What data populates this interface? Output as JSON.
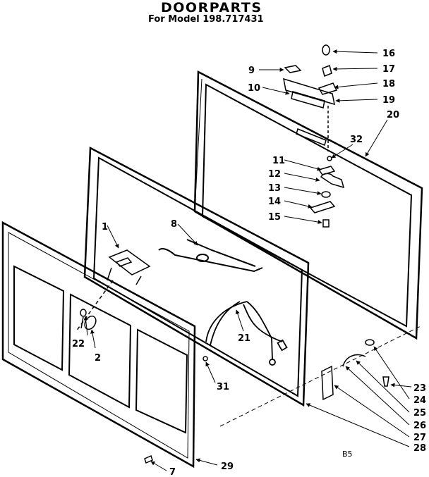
{
  "title": "DOORPARTS",
  "subtitle": "For Model 198.717431",
  "diagram_code": "B5",
  "callouts": [
    {
      "id": "c1",
      "label": "1"
    },
    {
      "id": "c2",
      "label": "2"
    },
    {
      "id": "c7",
      "label": "7"
    },
    {
      "id": "c8",
      "label": "8"
    },
    {
      "id": "c9",
      "label": "9"
    },
    {
      "id": "c10",
      "label": "10"
    },
    {
      "id": "c11",
      "label": "11"
    },
    {
      "id": "c12",
      "label": "12"
    },
    {
      "id": "c13",
      "label": "13"
    },
    {
      "id": "c14",
      "label": "14"
    },
    {
      "id": "c15",
      "label": "15"
    },
    {
      "id": "c16",
      "label": "16"
    },
    {
      "id": "c17",
      "label": "17"
    },
    {
      "id": "c18",
      "label": "18"
    },
    {
      "id": "c19",
      "label": "19"
    },
    {
      "id": "c20",
      "label": "20"
    },
    {
      "id": "c21",
      "label": "21"
    },
    {
      "id": "c22",
      "label": "22"
    },
    {
      "id": "c23",
      "label": "23"
    },
    {
      "id": "c24",
      "label": "24"
    },
    {
      "id": "c25",
      "label": "25"
    },
    {
      "id": "c26",
      "label": "26"
    },
    {
      "id": "c27",
      "label": "27"
    },
    {
      "id": "c28",
      "label": "28"
    },
    {
      "id": "c29",
      "label": "29"
    },
    {
      "id": "c31",
      "label": "31"
    },
    {
      "id": "c32",
      "label": "32"
    }
  ]
}
